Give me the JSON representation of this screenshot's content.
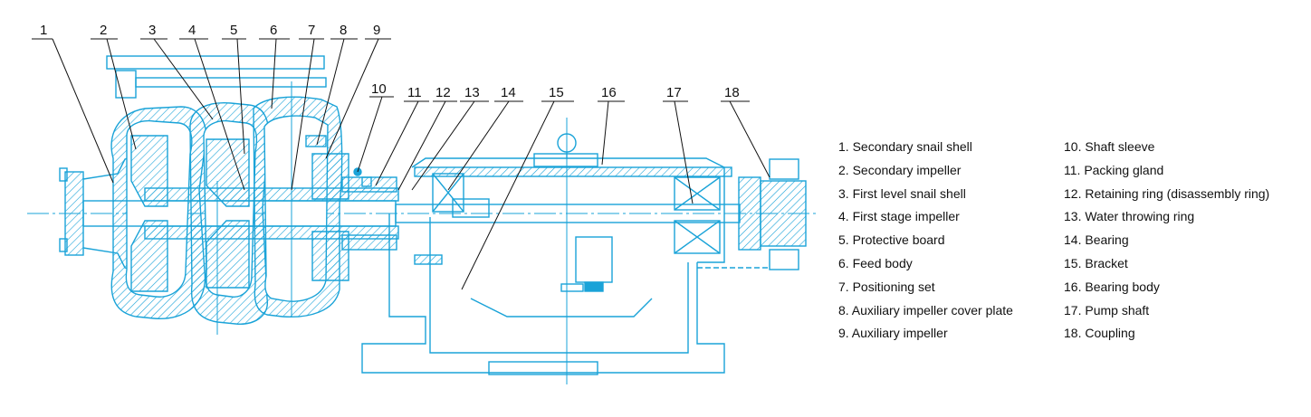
{
  "colors": {
    "drawing": "#1aa3d8",
    "leader": "#111111",
    "text": "#111111"
  },
  "callouts": [
    "1",
    "2",
    "3",
    "4",
    "5",
    "6",
    "7",
    "8",
    "9",
    "10",
    "11",
    "12",
    "13",
    "14",
    "15",
    "16",
    "17",
    "18"
  ],
  "legend": [
    {
      "label": "1. Secondary snail shell"
    },
    {
      "label": "2. Secondary impeller"
    },
    {
      "label": "3. First level snail shell"
    },
    {
      "label": "4. First stage impeller"
    },
    {
      "label": "5. Protective board"
    },
    {
      "label": "6. Feed body"
    },
    {
      "label": "7. Positioning set"
    },
    {
      "label": "8. Auxiliary impeller cover plate"
    },
    {
      "label": "9. Auxiliary impeller"
    },
    {
      "label": "10. Shaft sleeve"
    },
    {
      "label": "11. Packing gland"
    },
    {
      "label": "12. Retaining ring (disassembly ring)"
    },
    {
      "label": "13. Water throwing ring"
    },
    {
      "label": "14. Bearing"
    },
    {
      "label": "15. Bracket"
    },
    {
      "label": "16. Bearing body"
    },
    {
      "label": "17. Pump shaft"
    },
    {
      "label": "18. Coupling"
    }
  ]
}
